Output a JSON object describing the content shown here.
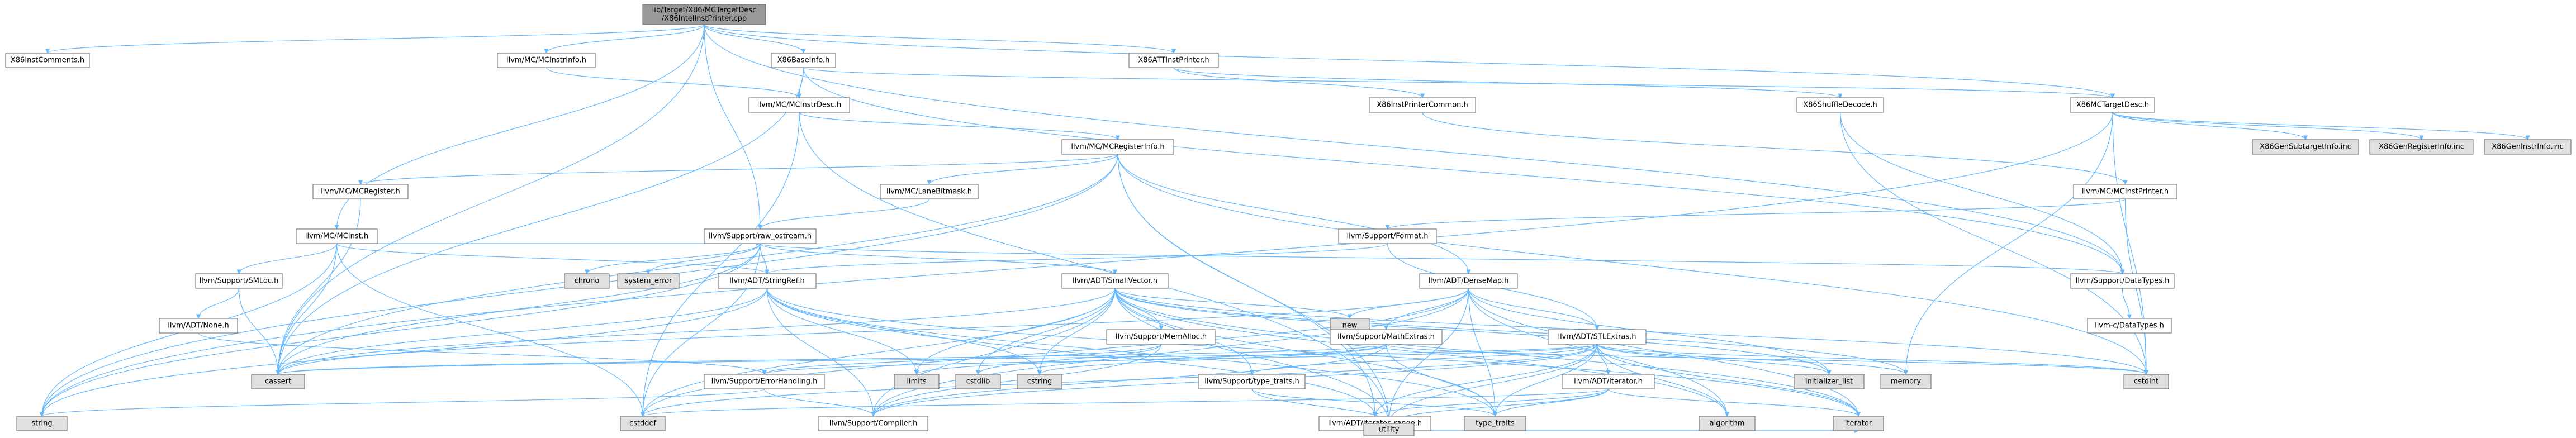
{
  "colors": {
    "root_fill": "#999999",
    "local_fill": "#ffffff",
    "external_fill": "#e0e0e0",
    "incomplete_border": "#ff0000",
    "edge": "#63b8ff"
  },
  "nodes": [
    {
      "id": "root",
      "label": "lib/Target/X86/MCTargetDesc\n/X86IntelInstPrinter.cpp",
      "kind": "root"
    },
    {
      "id": "n01",
      "label": "X86InstComments.h",
      "kind": "local"
    },
    {
      "id": "n02",
      "label": "llvm/MC/MCInstrInfo.h",
      "kind": "local"
    },
    {
      "id": "n03",
      "label": "X86BaseInfo.h",
      "kind": "local"
    },
    {
      "id": "n04",
      "label": "X86ATTInstPrinter.h",
      "kind": "local"
    },
    {
      "id": "n05",
      "label": "llvm/MC/MCInstrDesc.h",
      "kind": "local"
    },
    {
      "id": "n06",
      "label": "X86InstPrinterCommon.h",
      "kind": "local"
    },
    {
      "id": "n07",
      "label": "X86ShuffleDecode.h",
      "kind": "local"
    },
    {
      "id": "n08",
      "label": "X86MCTargetDesc.h",
      "kind": "local"
    },
    {
      "id": "n09",
      "label": "llvm/MC/MCRegisterInfo.h",
      "kind": "local"
    },
    {
      "id": "n10",
      "label": "llvm/MC/MCInstPrinter.h",
      "kind": "local"
    },
    {
      "id": "n11",
      "label": "X86GenSubtargetInfo.inc",
      "kind": "external"
    },
    {
      "id": "n12",
      "label": "X86GenRegisterInfo.inc",
      "kind": "external"
    },
    {
      "id": "n13",
      "label": "X86GenInstrInfo.inc",
      "kind": "external"
    },
    {
      "id": "n14",
      "label": "llvm/MC/MCRegister.h",
      "kind": "incomplete"
    },
    {
      "id": "n15",
      "label": "llvm/MC/LaneBitmask.h",
      "kind": "incomplete"
    },
    {
      "id": "n16",
      "label": "llvm/Support/Format.h",
      "kind": "incomplete"
    },
    {
      "id": "n17",
      "label": "llvm/MC/MCInst.h",
      "kind": "local"
    },
    {
      "id": "n18",
      "label": "llvm/Support/raw_ostream.h",
      "kind": "local"
    },
    {
      "id": "n19",
      "label": "llvm/Support/SMLoc.h",
      "kind": "local"
    },
    {
      "id": "n20",
      "label": "chrono",
      "kind": "external"
    },
    {
      "id": "n21",
      "label": "system_error",
      "kind": "external"
    },
    {
      "id": "n22",
      "label": "llvm/ADT/StringRef.h",
      "kind": "local"
    },
    {
      "id": "n23",
      "label": "llvm/ADT/SmallVector.h",
      "kind": "local"
    },
    {
      "id": "n24",
      "label": "llvm/ADT/DenseMap.h",
      "kind": "incomplete"
    },
    {
      "id": "n25",
      "label": "llvm/Support/DataTypes.h",
      "kind": "local"
    },
    {
      "id": "n26",
      "label": "llvm-c/DataTypes.h",
      "kind": "incomplete"
    },
    {
      "id": "n27",
      "label": "llvm/ADT/None.h",
      "kind": "local"
    },
    {
      "id": "n28",
      "label": "new",
      "kind": "external"
    },
    {
      "id": "n29",
      "label": "llvm/Support/MemAlloc.h",
      "kind": "local"
    },
    {
      "id": "n30",
      "label": "llvm/Support/MathExtras.h",
      "kind": "incomplete"
    },
    {
      "id": "n31",
      "label": "llvm/ADT/STLExtras.h",
      "kind": "incomplete"
    },
    {
      "id": "n32",
      "label": "cassert",
      "kind": "external"
    },
    {
      "id": "n33",
      "label": "llvm/Support/ErrorHandling.h",
      "kind": "local"
    },
    {
      "id": "n34",
      "label": "limits",
      "kind": "external"
    },
    {
      "id": "n35",
      "label": "cstdlib",
      "kind": "external"
    },
    {
      "id": "n36",
      "label": "cstring",
      "kind": "external"
    },
    {
      "id": "n37",
      "label": "llvm/Support/type_traits.h",
      "kind": "local"
    },
    {
      "id": "n38",
      "label": "llvm/ADT/iterator.h",
      "kind": "local"
    },
    {
      "id": "n39",
      "label": "initializer_list",
      "kind": "external"
    },
    {
      "id": "n40",
      "label": "memory",
      "kind": "external"
    },
    {
      "id": "n41",
      "label": "cstdint",
      "kind": "external"
    },
    {
      "id": "n42",
      "label": "string",
      "kind": "external"
    },
    {
      "id": "n43",
      "label": "cstddef",
      "kind": "external"
    },
    {
      "id": "n44",
      "label": "llvm/Support/Compiler.h",
      "kind": "incomplete"
    },
    {
      "id": "n45",
      "label": "llvm/ADT/iterator_range.h",
      "kind": "local"
    },
    {
      "id": "n46",
      "label": "type_traits",
      "kind": "external"
    },
    {
      "id": "n47",
      "label": "algorithm",
      "kind": "external"
    },
    {
      "id": "n48",
      "label": "iterator",
      "kind": "external"
    },
    {
      "id": "n49",
      "label": "utility",
      "kind": "external"
    }
  ],
  "edges": [
    [
      "root",
      "n01"
    ],
    [
      "root",
      "n02"
    ],
    [
      "root",
      "n03"
    ],
    [
      "root",
      "n04"
    ],
    [
      "root",
      "n08"
    ],
    [
      "root",
      "n17"
    ],
    [
      "root",
      "n18"
    ],
    [
      "root",
      "n25"
    ],
    [
      "root",
      "n32"
    ],
    [
      "n02",
      "n05"
    ],
    [
      "n03",
      "n05"
    ],
    [
      "n03",
      "n08"
    ],
    [
      "n03",
      "n25"
    ],
    [
      "n03",
      "n32"
    ],
    [
      "n04",
      "n06"
    ],
    [
      "n04",
      "n07"
    ],
    [
      "n05",
      "n09"
    ],
    [
      "n05",
      "n49"
    ],
    [
      "n05",
      "n43"
    ],
    [
      "n06",
      "n10"
    ],
    [
      "n07",
      "n25"
    ],
    [
      "n07",
      "n41"
    ],
    [
      "n08",
      "n11"
    ],
    [
      "n08",
      "n12"
    ],
    [
      "n08",
      "n13"
    ],
    [
      "n08",
      "n41"
    ],
    [
      "n08",
      "n40"
    ],
    [
      "n08",
      "n42"
    ],
    [
      "n09",
      "n14"
    ],
    [
      "n09",
      "n15"
    ],
    [
      "n09",
      "n24"
    ],
    [
      "n09",
      "n32"
    ],
    [
      "n09",
      "n41"
    ],
    [
      "n09",
      "n45"
    ],
    [
      "n09",
      "n42"
    ],
    [
      "n09",
      "n49"
    ],
    [
      "n10",
      "n16"
    ],
    [
      "n10",
      "n41"
    ],
    [
      "n14",
      "n32"
    ],
    [
      "n15",
      "n18"
    ],
    [
      "n16",
      "n31"
    ],
    [
      "n16",
      "n22"
    ],
    [
      "n17",
      "n22"
    ],
    [
      "n17",
      "n19"
    ],
    [
      "n17",
      "n42"
    ],
    [
      "n17",
      "n32"
    ],
    [
      "n17",
      "n43"
    ],
    [
      "n17",
      "n18"
    ],
    [
      "n18",
      "n20"
    ],
    [
      "n18",
      "n21"
    ],
    [
      "n18",
      "n22"
    ],
    [
      "n18",
      "n23"
    ],
    [
      "n18",
      "n25"
    ],
    [
      "n18",
      "n32"
    ],
    [
      "n18",
      "n43"
    ],
    [
      "n18",
      "n42"
    ],
    [
      "n19",
      "n27"
    ],
    [
      "n19",
      "n32"
    ],
    [
      "n27",
      "n33"
    ],
    [
      "n22",
      "n45"
    ],
    [
      "n22",
      "n44"
    ],
    [
      "n22",
      "n32"
    ],
    [
      "n22",
      "n42"
    ],
    [
      "n22",
      "n36"
    ],
    [
      "n22",
      "n34"
    ],
    [
      "n22",
      "n48"
    ],
    [
      "n22",
      "n46"
    ],
    [
      "n23",
      "n29"
    ],
    [
      "n23",
      "n37"
    ],
    [
      "n23",
      "n44"
    ],
    [
      "n23",
      "n28"
    ],
    [
      "n23",
      "n32"
    ],
    [
      "n23",
      "n43"
    ],
    [
      "n23",
      "n35"
    ],
    [
      "n23",
      "n36"
    ],
    [
      "n23",
      "n39"
    ],
    [
      "n23",
      "n40"
    ],
    [
      "n23",
      "n41"
    ],
    [
      "n23",
      "n47"
    ],
    [
      "n23",
      "n48"
    ],
    [
      "n23",
      "n34"
    ],
    [
      "n23",
      "n46"
    ],
    [
      "n23",
      "n49"
    ],
    [
      "n24",
      "n30"
    ],
    [
      "n24",
      "n31"
    ],
    [
      "n24",
      "n44"
    ],
    [
      "n24",
      "n28"
    ],
    [
      "n24",
      "n32"
    ],
    [
      "n24",
      "n43"
    ],
    [
      "n24",
      "n47"
    ],
    [
      "n24",
      "n39"
    ],
    [
      "n24",
      "n48"
    ],
    [
      "n24",
      "n46"
    ],
    [
      "n24",
      "n49"
    ],
    [
      "n25",
      "n26"
    ],
    [
      "n29",
      "n33"
    ],
    [
      "n29",
      "n44"
    ],
    [
      "n29",
      "n35"
    ],
    [
      "n30",
      "n44"
    ],
    [
      "n30",
      "n32"
    ],
    [
      "n30",
      "n36"
    ],
    [
      "n30",
      "n34"
    ],
    [
      "n30",
      "n46"
    ],
    [
      "n30",
      "n41"
    ],
    [
      "n31",
      "n38"
    ],
    [
      "n31",
      "n45"
    ],
    [
      "n31",
      "n32"
    ],
    [
      "n31",
      "n43"
    ],
    [
      "n31",
      "n41"
    ],
    [
      "n31",
      "n47"
    ],
    [
      "n31",
      "n39"
    ],
    [
      "n31",
      "n48"
    ],
    [
      "n31",
      "n40"
    ],
    [
      "n31",
      "n46"
    ],
    [
      "n31",
      "n49"
    ],
    [
      "n31",
      "n33"
    ],
    [
      "n31",
      "n44"
    ],
    [
      "n31",
      "n37"
    ],
    [
      "n33",
      "n42"
    ],
    [
      "n33",
      "n44"
    ],
    [
      "n37",
      "n46"
    ],
    [
      "n37",
      "n49"
    ],
    [
      "n38",
      "n45"
    ],
    [
      "n38",
      "n43"
    ],
    [
      "n38",
      "n48"
    ],
    [
      "n38",
      "n46"
    ],
    [
      "n38",
      "n49"
    ],
    [
      "n45",
      "n49"
    ],
    [
      "n45",
      "n48"
    ]
  ]
}
